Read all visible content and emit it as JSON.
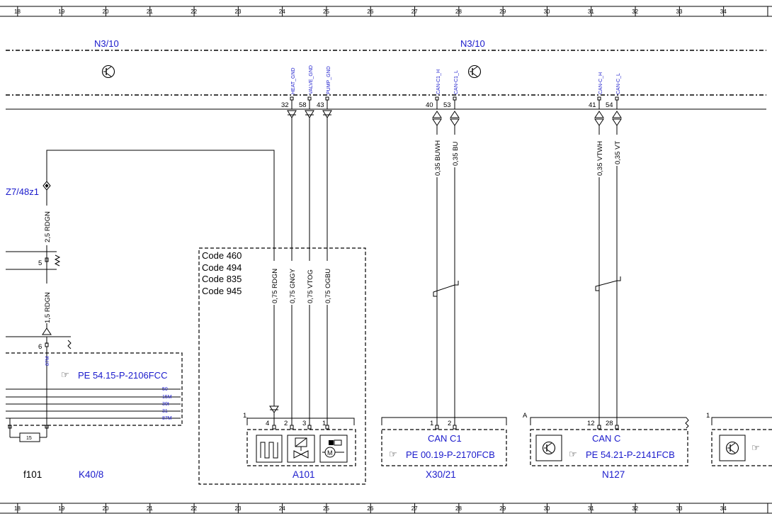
{
  "ruler": {
    "numbers": [
      "18",
      "19",
      "20",
      "21",
      "22",
      "23",
      "24",
      "25",
      "26",
      "27",
      "28",
      "29",
      "30",
      "31",
      "32",
      "33",
      "34"
    ]
  },
  "modules": {
    "n3_10_left": "N3/10",
    "n3_10_right": "N3/10"
  },
  "signals": {
    "heat_gnd": "HEAT_GND",
    "valve_gnd": "VALVE_GND",
    "pump_gnd": "PUMP_GND",
    "can_c1_h": "CAN-C1_H",
    "can_c1_l": "CAN-C1_L",
    "can_c_h": "CAN-C_H",
    "can_c_l": "CAN-C_L"
  },
  "pins_top": [
    "32",
    "58",
    "43",
    "40",
    "53",
    "41",
    "54"
  ],
  "wires": {
    "rdgn_25": "2,5 RDGN",
    "rdgn_15": "1,5 RDGN",
    "buwh": "0,35 BUWH",
    "bu": "0,35 BU",
    "vtwh": "0,35 VTWH",
    "vt": "0,35 VT",
    "rdgn_075": "0,75 RDGN",
    "gngy": "0,75 GNGY",
    "vtog": "0,75 VTOG",
    "ogbu": "0,75 OGBU"
  },
  "left": {
    "z7": "Z7/48z1",
    "pin5": "5",
    "pin6": "6",
    "tag_87m": "87M",
    "pe_ref": "PE 54.15-P-2106FCC",
    "terminals": [
      "50",
      "15M",
      "30t",
      "31",
      "87M"
    ],
    "fuse_value": "15",
    "f101": "f101",
    "k40": "K40/8"
  },
  "codes": [
    "Code 460",
    "Code 494",
    "Code 835",
    "Code 945"
  ],
  "a101": {
    "label": "A101",
    "connector_no": "1",
    "pins": [
      "4",
      "2",
      "3",
      "1"
    ]
  },
  "x30": {
    "pins": [
      "1",
      "2"
    ],
    "can_label": "CAN C1",
    "pe_ref": "PE 00.19-P-2170FCB",
    "label": "X30/21"
  },
  "n127": {
    "marker": "A",
    "pins": [
      "12",
      "28"
    ],
    "can_label": "CAN C",
    "pe_ref": "PE 54.21-P-2141FCB",
    "label": "N127"
  },
  "right_edge": {
    "connector_no": "1"
  }
}
